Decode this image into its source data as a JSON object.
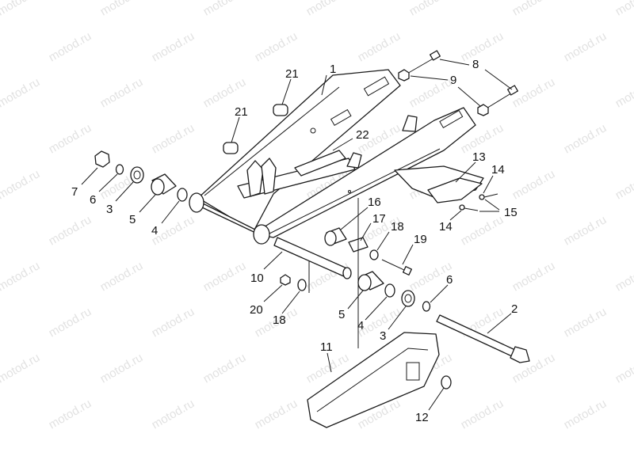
{
  "watermark": {
    "text": "motod.ru"
  },
  "callouts": {
    "c1": "1",
    "c2": "2",
    "c3a": "3",
    "c3b": "3",
    "c4a": "4",
    "c4b": "4",
    "c5a": "5",
    "c5b": "5",
    "c6a": "6",
    "c6b": "6",
    "c7": "7",
    "c8": "8",
    "c9": "9",
    "c10": "10",
    "c11": "11",
    "c12": "12",
    "c13": "13",
    "c14a": "14",
    "c14b": "14",
    "c15": "15",
    "c16": "16",
    "c17": "17",
    "c18a": "18",
    "c18b": "18",
    "c19": "19",
    "c20": "20",
    "c21a": "21",
    "c21b": "21",
    "c22": "22"
  },
  "colors": {
    "line": "#1a1a1a",
    "watermark": "#e2e2e2",
    "background": "#ffffff"
  }
}
